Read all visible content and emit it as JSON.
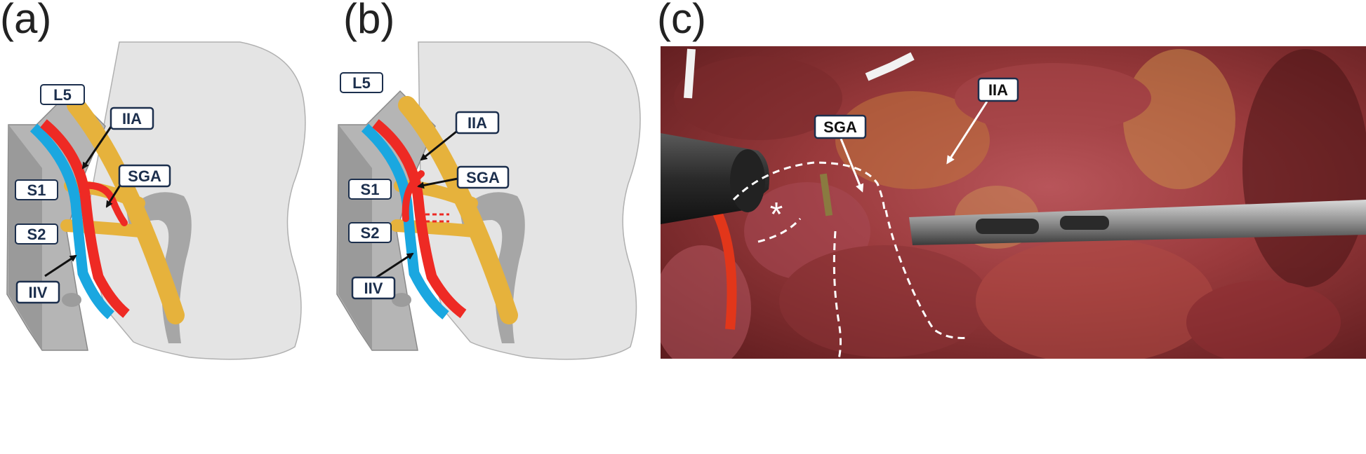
{
  "panels": [
    {
      "letter": "(a)"
    },
    {
      "letter": "(b)"
    },
    {
      "letter": "(c)"
    }
  ],
  "labels_a": {
    "l5": "L5",
    "iia": "IIA",
    "sga": "SGA",
    "s1": "S1",
    "s2": "S2",
    "iiv": "IIV"
  },
  "labels_b": {
    "l5": "L5",
    "iia": "IIA",
    "sga": "SGA",
    "s1": "S1",
    "s2": "S2",
    "iiv": "IIV"
  },
  "labels_c": {
    "sga": "SGA",
    "iia": "IIA",
    "marker": "*"
  },
  "colors": {
    "artery": "#ee2a24",
    "vein": "#1aa7e0",
    "nerve": "#e6b23c",
    "bone_light": "#e7e7e7",
    "bone_dark": "#a8a8a8",
    "label_border": "#1c2f4d"
  }
}
